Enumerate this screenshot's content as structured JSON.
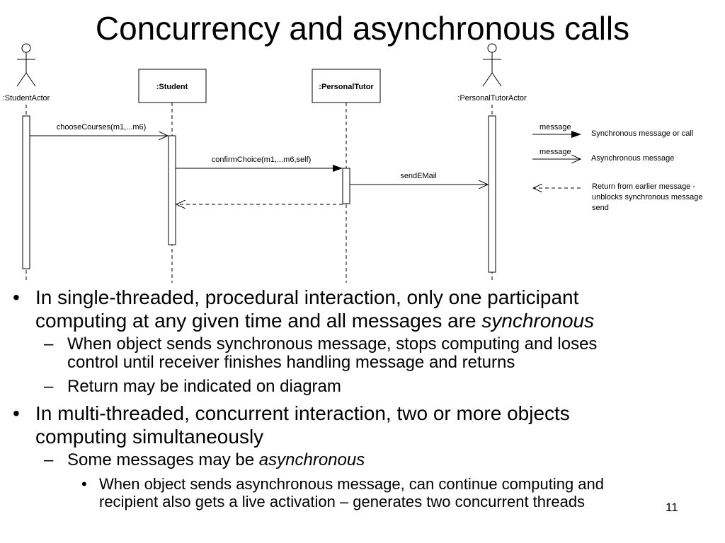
{
  "slide": {
    "title": "Concurrency and asynchronous calls",
    "page_number": "11"
  },
  "diagram": {
    "actors": [
      {
        "label": ":StudentActor"
      },
      {
        "label": ":PersonalTutorActor"
      }
    ],
    "objects": [
      {
        "label": ":Student"
      },
      {
        "label": ":PersonalTutor"
      }
    ],
    "messages": [
      {
        "label": "chooseCourses(m1,...m6)",
        "kind": "synchronous-open"
      },
      {
        "label": "confirmChoice(m1,...m6,self)",
        "kind": "synchronous"
      },
      {
        "label": "sendEMail",
        "kind": "asynchronous"
      },
      {
        "label": "",
        "kind": "return"
      }
    ],
    "legend": [
      {
        "arrow_label": "message",
        "description": "Synchronous message or call"
      },
      {
        "arrow_label": "message",
        "description": "Asynchronous message"
      },
      {
        "arrow_label": "",
        "description_lines": [
          "Return from earlier message -",
          "unblocks synchronous message",
          "send"
        ]
      }
    ]
  },
  "bullets": {
    "b1": {
      "line1": "In single-threaded, procedural interaction, only one participant",
      "line2_plain": "computing at any given time and all messages are ",
      "line2_italic": "synchronous"
    },
    "b1_sub1": {
      "line1": "When object sends synchronous message, stops computing and loses",
      "line2": "control until receiver finishes handling message and returns"
    },
    "b1_sub2": "Return may be indicated on diagram",
    "b2": {
      "line1": "In multi-threaded, concurrent interaction, two or more objects",
      "line2": "computing simultaneously"
    },
    "b2_sub1": {
      "plain": "Some messages may be ",
      "italic": "asynchronous"
    },
    "b2_sub1_sub1": {
      "line1": "When object sends asynchronous message, can continue computing and",
      "line2": "recipient also gets a live activation – generates two concurrent threads"
    }
  },
  "markers": {
    "bullet": "•",
    "dash": "–"
  }
}
